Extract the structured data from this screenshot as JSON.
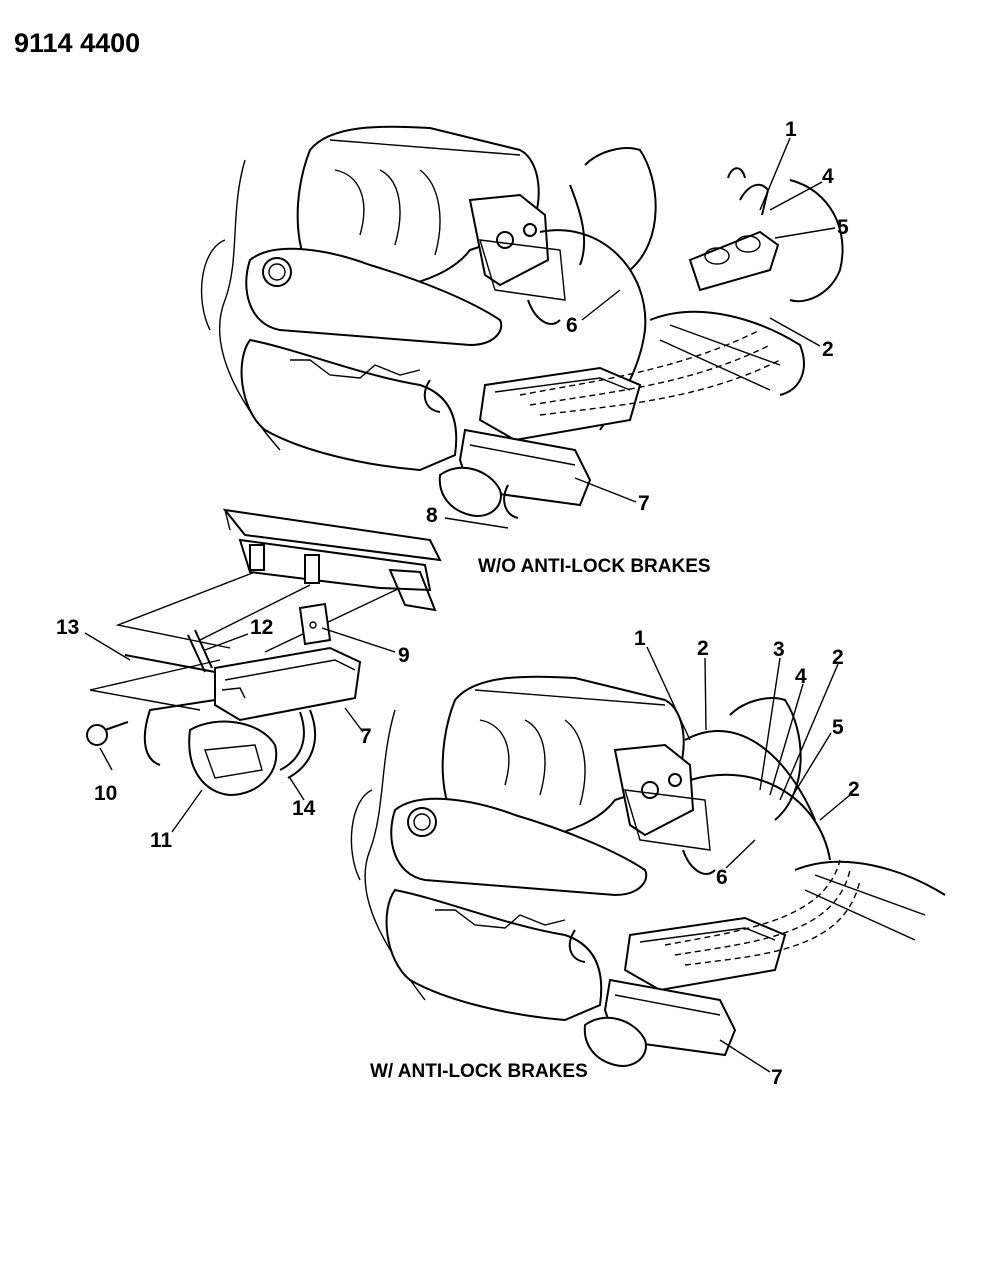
{
  "document_number": "9114 4400",
  "captions": {
    "without_abs": "W/O ANTI-LOCK BRAKES",
    "with_abs": "W/ ANTI-LOCK BRAKES"
  },
  "callouts": {
    "top": [
      "1",
      "4",
      "5",
      "2",
      "6",
      "7",
      "8"
    ],
    "mid": [
      "13",
      "12",
      "9",
      "7",
      "10",
      "11",
      "14"
    ],
    "bottom": [
      "1",
      "2",
      "3",
      "4",
      "2",
      "5",
      "2",
      "6",
      "7"
    ]
  }
}
